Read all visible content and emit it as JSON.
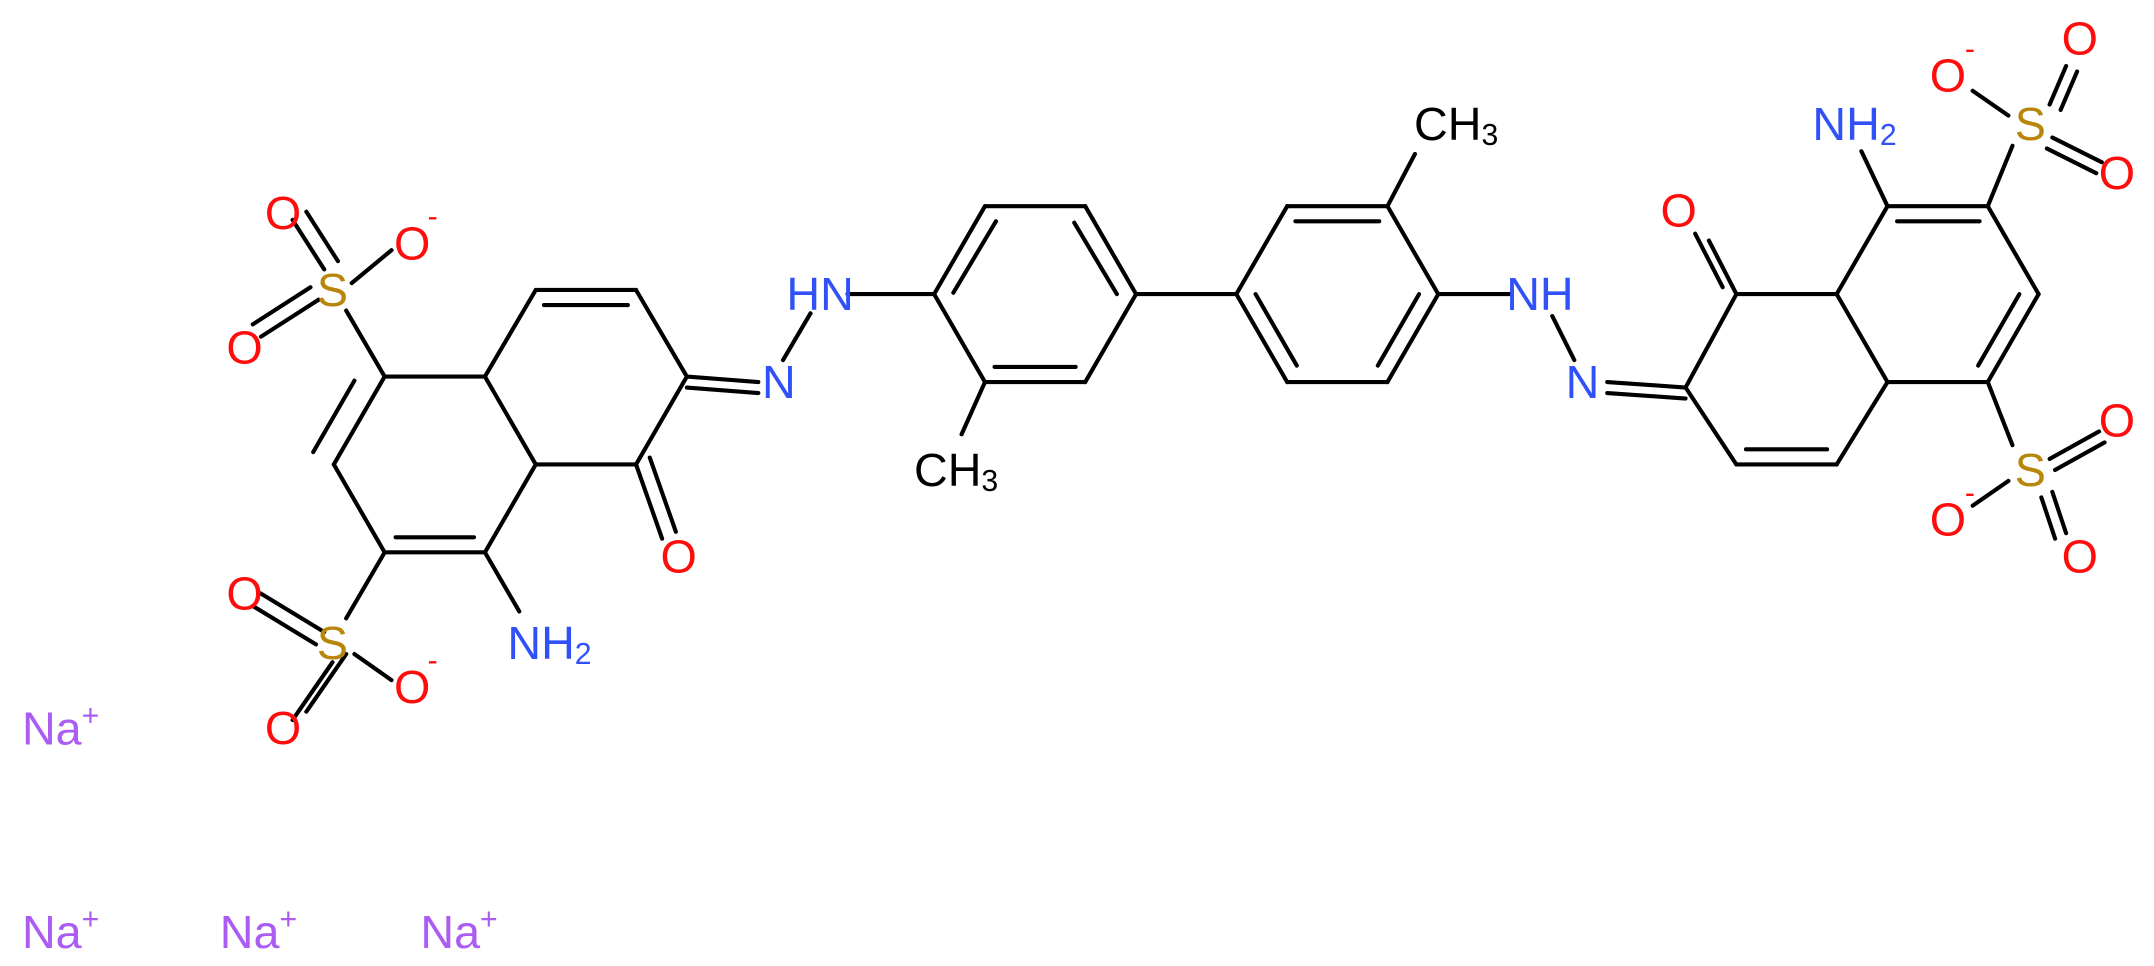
{
  "colors": {
    "bond": "#000000",
    "oxygen": "#ff0d0d",
    "nitrogen": "#3050f8",
    "sulfur": "#b8860b",
    "sodium": "#ab5cf2",
    "carbon_label": "#000000"
  },
  "structure": {
    "left_sulfonate_top": {
      "O1": "O",
      "O2": "O",
      "S": "S",
      "O_minus": "O",
      "charge": "-"
    },
    "left_sulfonate_bottom": {
      "O1": "O",
      "O2": "O",
      "S": "S",
      "O_minus": "O",
      "charge": "-"
    },
    "left_amino": {
      "text": "NH",
      "sub": "2"
    },
    "left_carbonyl": "O",
    "left_azo_N": "N",
    "left_hydrazo_NH": "HN",
    "left_methyl": {
      "text": "CH",
      "sub": "3"
    },
    "right_methyl": {
      "text": "CH",
      "sub": "3"
    },
    "right_hydrazo_NH": "NH",
    "right_azo_N": "N",
    "right_carbonyl": "O",
    "right_amino": {
      "text": "NH",
      "sub": "2"
    },
    "right_sulfonate_top": {
      "O1": "O",
      "O2": "O",
      "S": "S",
      "O_minus": "O",
      "charge": "-"
    },
    "right_sulfonate_bottom": {
      "O1": "O",
      "O2": "O",
      "S": "S",
      "O_minus": "O",
      "charge": "-"
    }
  },
  "counterions": [
    {
      "symbol": "Na",
      "charge": "+"
    },
    {
      "symbol": "Na",
      "charge": "+"
    },
    {
      "symbol": "Na",
      "charge": "+"
    },
    {
      "symbol": "Na",
      "charge": "+"
    }
  ]
}
